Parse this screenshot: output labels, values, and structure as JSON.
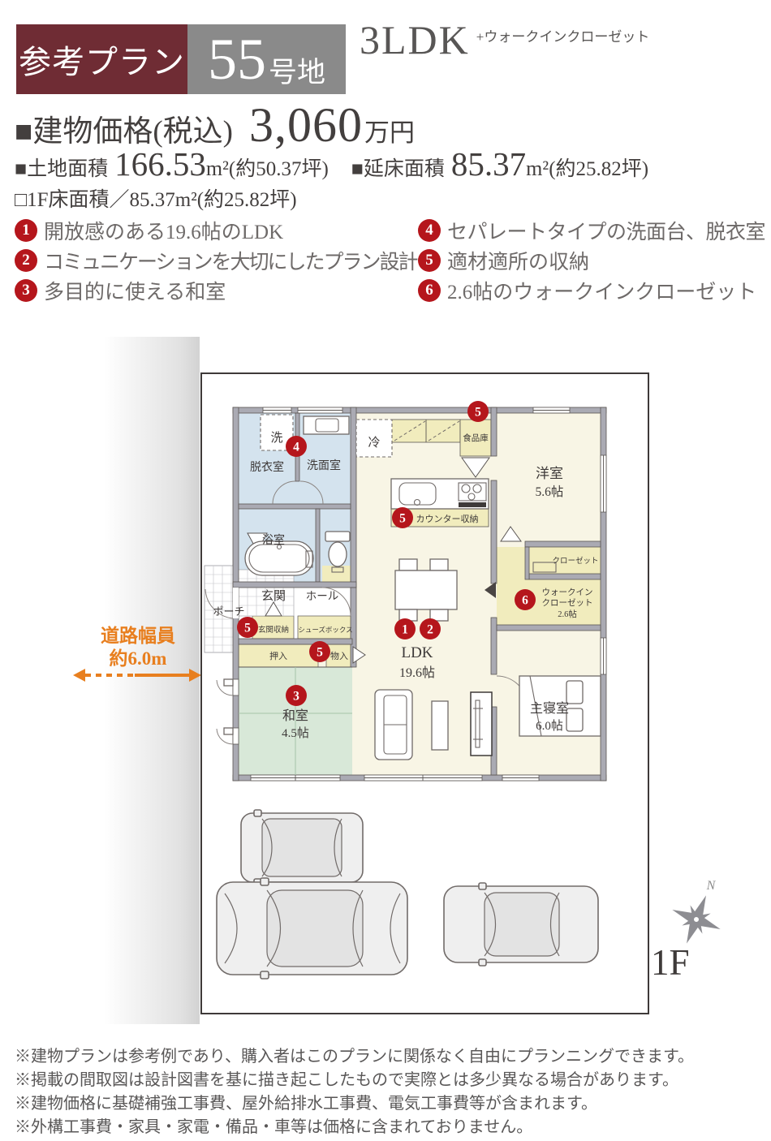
{
  "colors": {
    "accent_red": "#6f2c34",
    "header_gray": "#8a8a8a",
    "badge_red": "#b5161c",
    "road_orange": "#e87f1f",
    "room_cream": "#f8f5e5",
    "room_blue": "#d4e3ee",
    "room_green": "#d8e8d8",
    "room_yellow": "#f1ecbd",
    "wall_gray": "#aaaab3"
  },
  "header": {
    "plan_label": "参考プラン",
    "lot_number": "55",
    "lot_suffix": "号地",
    "layout_type": "3LDK",
    "layout_suffix": "+ウォークインクローゼット"
  },
  "price": {
    "label": "■建物価格(税込)",
    "amount": "3,060",
    "unit": "万円"
  },
  "areas": {
    "land_label": "■土地面積",
    "land_value": "166.53",
    "land_unit": "m²",
    "land_tsubo": "(約50.37坪)",
    "floor_label": "■延床面積",
    "floor_value": "85.37",
    "floor_unit": "m²",
    "floor_tsubo": "(約25.82坪)",
    "f1_text": "□1F床面積／85.37m²(約25.82坪)"
  },
  "features": [
    {
      "num": "1",
      "text": "開放感のある19.6帖のLDK"
    },
    {
      "num": "2",
      "text": "コミュニケーションを大切にしたプラン設計"
    },
    {
      "num": "3",
      "text": "多目的に使える和室"
    },
    {
      "num": "4",
      "text": "セパレートタイプの洗面台、脱衣室"
    },
    {
      "num": "5",
      "text": "適材適所の収納"
    },
    {
      "num": "6",
      "text": "2.6帖のウォークインクローゼット"
    }
  ],
  "road": {
    "line1": "道路幅員",
    "line2": "約6.0m"
  },
  "plan": {
    "rooms": {
      "laundry": "洗",
      "dressing": "脱衣室",
      "washroom": "洗面室",
      "bathroom": "浴室",
      "fridge": "冷",
      "pantry": "食品庫",
      "counter_storage": "カウンター収納",
      "western_room": "洋室",
      "western_room_size": "5.6帖",
      "closet": "クローゼット",
      "wic_line1": "ウォークイン",
      "wic_line2": "クローゼット",
      "wic_size": "2.6帖",
      "porch": "ポーチ",
      "entrance": "玄関",
      "hall": "ホール",
      "entrance_storage": "玄関収納",
      "shoe_box": "シューズボックス",
      "oshiire": "押入",
      "storage": "物入",
      "japanese_room": "和室",
      "japanese_room_size": "4.5帖",
      "ldk": "LDK",
      "ldk_size": "19.6帖",
      "master_bedroom": "主寝室",
      "master_bedroom_size": "6.0帖"
    },
    "badges": {
      "laundry": "4",
      "pantry": "5",
      "counter": "5",
      "wic": "6",
      "entrance": "5",
      "storage": "5",
      "ldk_a": "1",
      "ldk_b": "2",
      "japanese": "3"
    },
    "compass_n": "N",
    "floor_label": "1F"
  },
  "footnotes": [
    "※建物プランは参考例であり、購入者はこのプランに関係なく自由にプランニングできます。",
    "※掲載の間取図は設計図書を基に描き起こしたもので実際とは多少異なる場合があります。",
    "※建物価格に基礎補強工事費、屋外給排水工事費、電気工事費等が含まれます。",
    "※外構工事費・家具・家電・備品・車等は価格に含まれておりません。"
  ]
}
